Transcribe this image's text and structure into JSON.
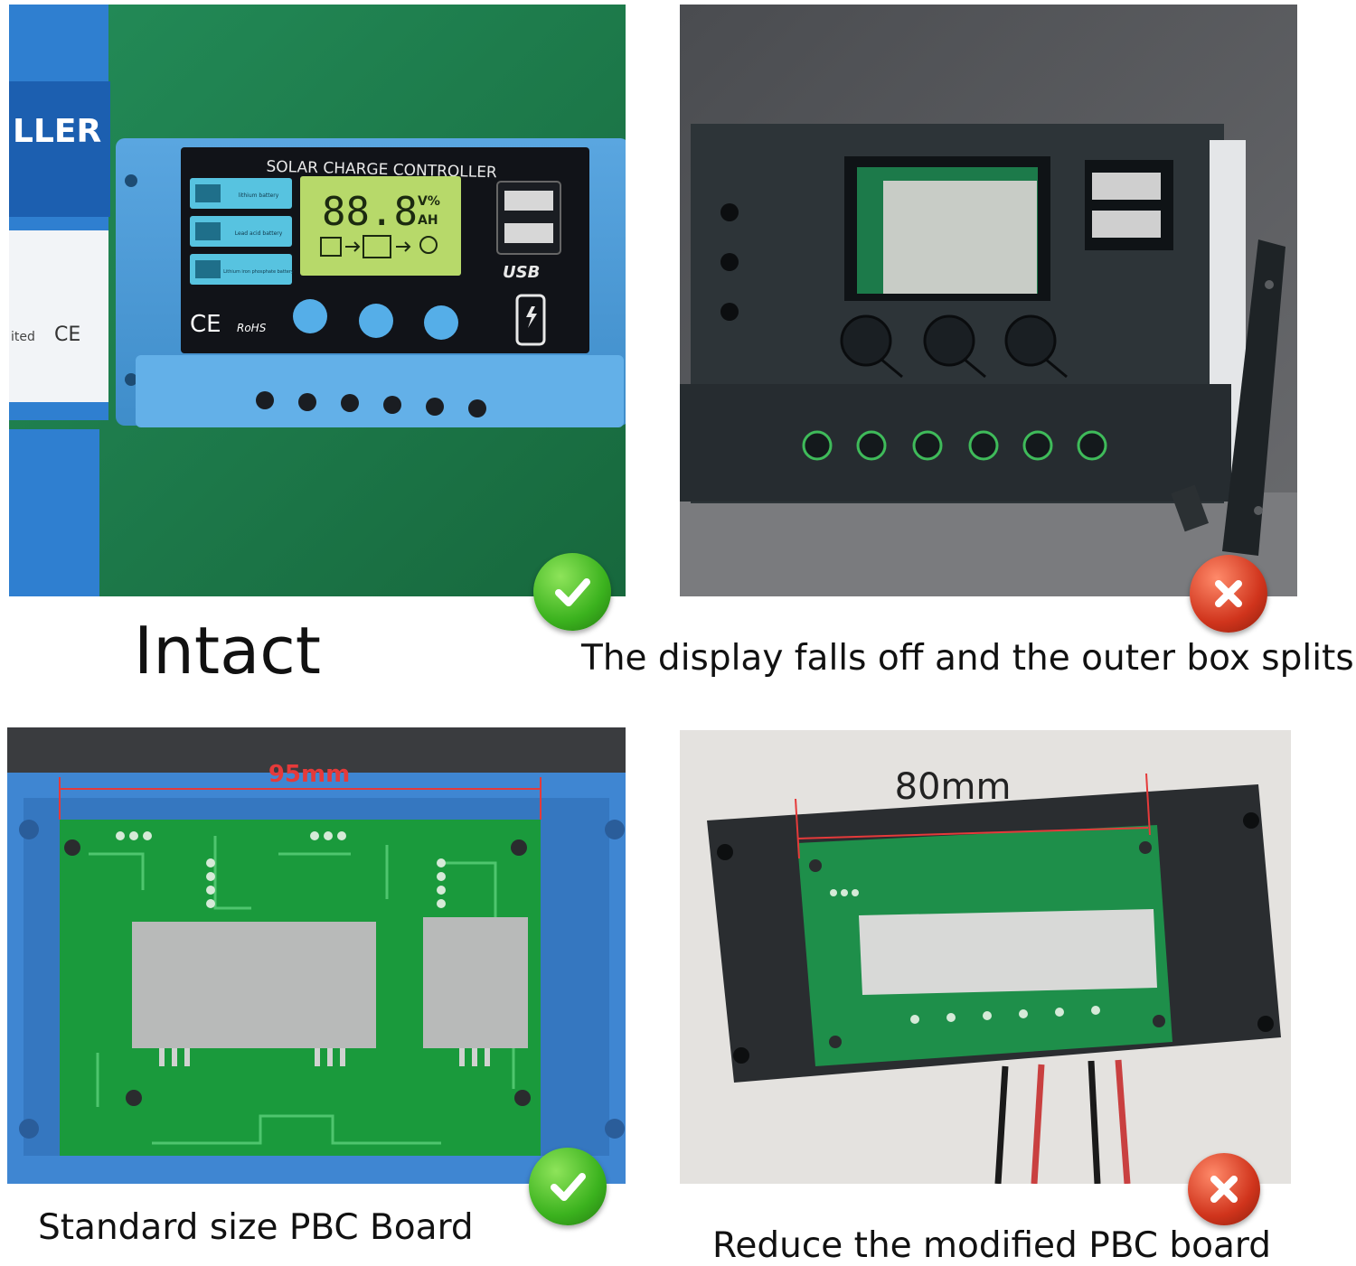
{
  "colors": {
    "check_badge": "#3bb21e",
    "cross_badge": "#d0341c",
    "blue_case": "#4a9ad6",
    "black_case": "#2d3438",
    "green_pcb": "#1a9a3c",
    "measure_line": "#e53a3a"
  },
  "panel_top_left": {
    "box_text": "LLER",
    "ce_mark": "CE",
    "box_small_text": "ited",
    "controller_title": "SOLAR CHARGE CONTROLLER",
    "lcd_digits": "88.8",
    "lcd_unit_top": "V%",
    "lcd_unit_bottom": "AH",
    "usb_label": "USB",
    "front_ce": "CE",
    "rohs": "RoHS",
    "battery_buttons": [
      "lithium battery",
      "Lead acid battery",
      "Lithium iron phosphate battery"
    ],
    "badge_icon": "check-icon"
  },
  "panel_top_right": {
    "badge_icon": "cross-icon"
  },
  "panel_bottom_left": {
    "measurement": "95mm",
    "badge_icon": "check-icon"
  },
  "panel_bottom_right": {
    "measurement": "80mm",
    "badge_icon": "cross-icon"
  },
  "captions": {
    "top_left": "Intact",
    "top_right": "The display falls off and the outer box splits",
    "bottom_left": "Standard size PBC Board",
    "bottom_right": "Reduce the modified PBC board"
  }
}
